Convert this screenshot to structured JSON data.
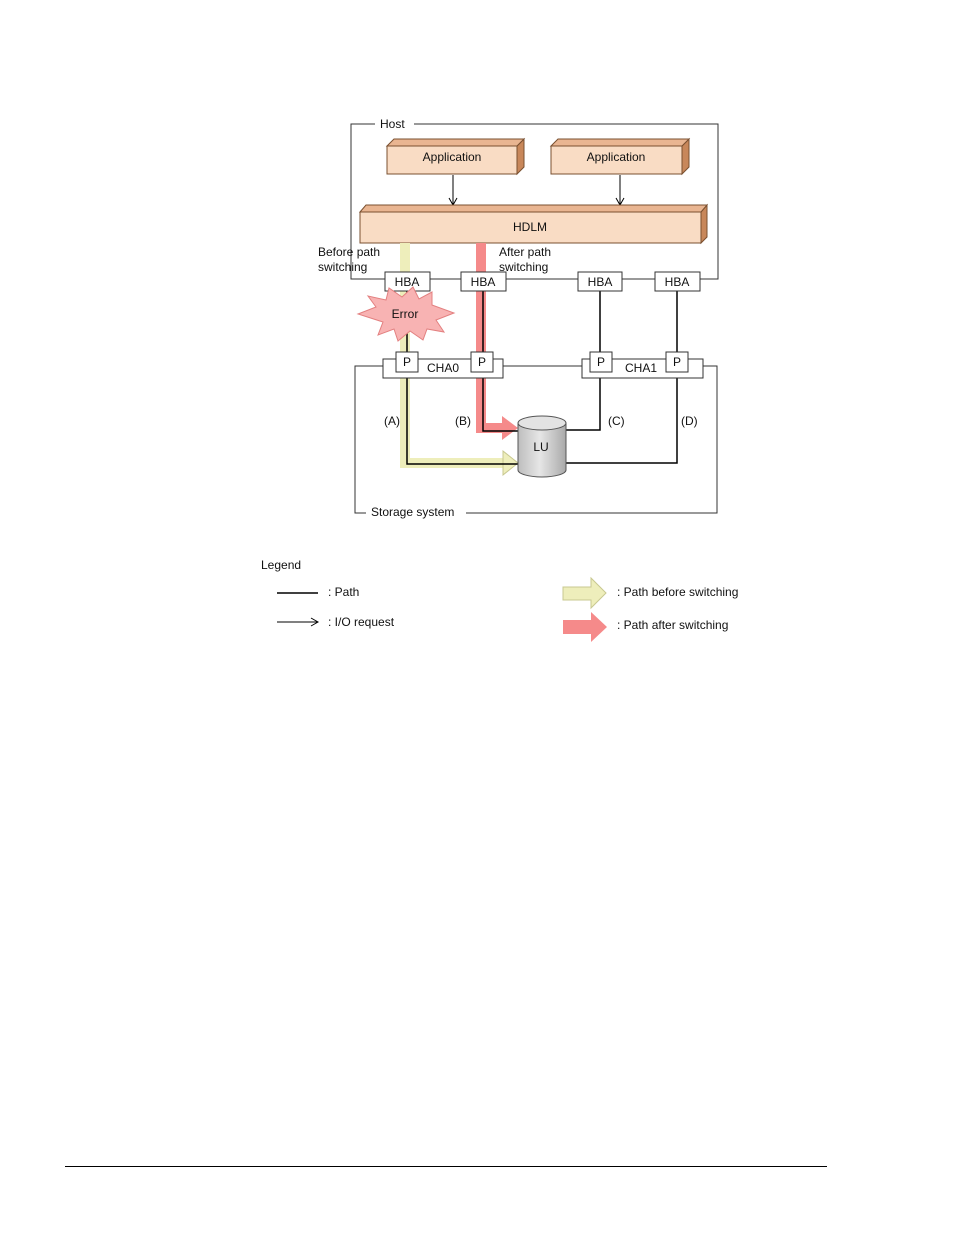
{
  "host": {
    "label": "Host",
    "applications": [
      "Application",
      "Application"
    ],
    "hdlm": "HDLM",
    "hbas": [
      "HBA",
      "HBA",
      "HBA",
      "HBA"
    ],
    "before_path_label_1": "Before path",
    "before_path_label_2": "switching",
    "after_path_label_1": "After path",
    "after_path_label_2": "switching"
  },
  "error": {
    "label": "Error"
  },
  "storage": {
    "label": "Storage system",
    "cha0": "CHA0",
    "cha1": "CHA1",
    "port_label": "P",
    "lu": "LU",
    "path_labels": [
      "(A)",
      "(B)",
      "(C)",
      "(D)"
    ]
  },
  "legend": {
    "title": "Legend",
    "path": ": Path",
    "io_request": ": I/O request",
    "path_before": ": Path before switching",
    "path_after": ": Path after switching"
  },
  "colors": {
    "app_fill": "#f9dcc4",
    "app_side": "#c8875a",
    "path_before": "#eeeebb",
    "path_after": "#f58a8a",
    "error_fill": "#f8b3b3",
    "error_stroke": "#e38080",
    "lu_fill": "#d6d6d6"
  }
}
